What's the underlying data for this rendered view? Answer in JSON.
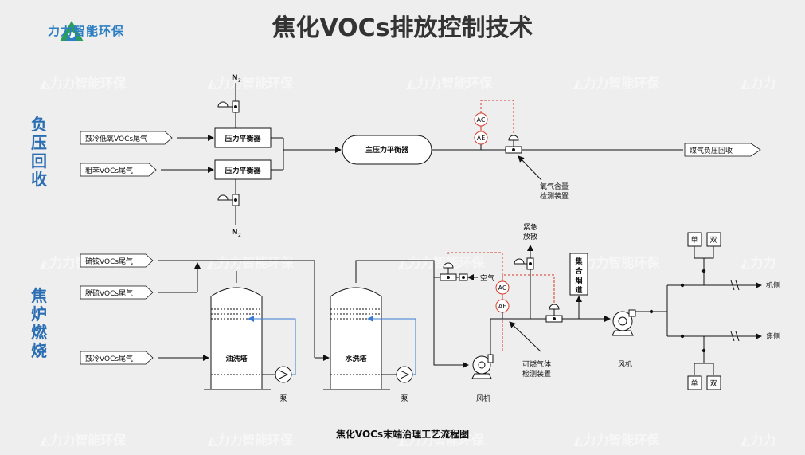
{
  "header": {
    "title": "焦化VOCs排放控制技术",
    "logo_text": "力力智能环保"
  },
  "sections": {
    "negative_pressure": "负压回收",
    "coke_oven": "焦炉燃烧"
  },
  "caption": "焦化VOCs末端治理工艺流程图",
  "colors": {
    "accent": "#2a6db3",
    "signal_line": "#d63a2a",
    "return_line": "#3a7bd5",
    "process_line": "#111111"
  },
  "diagram": {
    "inputs": {
      "low_temp_tail_gas": "鼓冷低氧VOCs尾气",
      "crude_benzene_tail_gas": "粗苯VOCs尾气",
      "ammonium_sulfate_tail_gas": "硫铵VOCs尾气",
      "desulfurization_tail_gas": "脱硫VOCs尾气",
      "cooling_tail_gas": "鼓冷VOCs尾气"
    },
    "outputs": {
      "gas_negative_recovery": "煤气负压回收"
    },
    "equipment": {
      "pressure_balancer": "压力平衡器",
      "main_pressure_balancer": "主压力平衡器",
      "oil_wash_tower": "油洗塔",
      "water_wash_tower": "水洗塔",
      "pump": "泵",
      "fan": "风机",
      "collecting_flue": "集合烟道",
      "single": "单",
      "double": "双",
      "machine_side": "机侧",
      "coke_side": "焦侧"
    },
    "instruments": {
      "ac": "AC",
      "ae": "AE",
      "n2": "N",
      "n2_sub": "2",
      "oxygen_detector_line1": "氧气含量",
      "oxygen_detector_line2": "检测装置",
      "combustible_detector_line1": "可燃气体",
      "combustible_detector_line2": "检测装置",
      "emergency_vent_line1": "紧急",
      "emergency_vent_line2": "放散",
      "air": "空气"
    }
  }
}
